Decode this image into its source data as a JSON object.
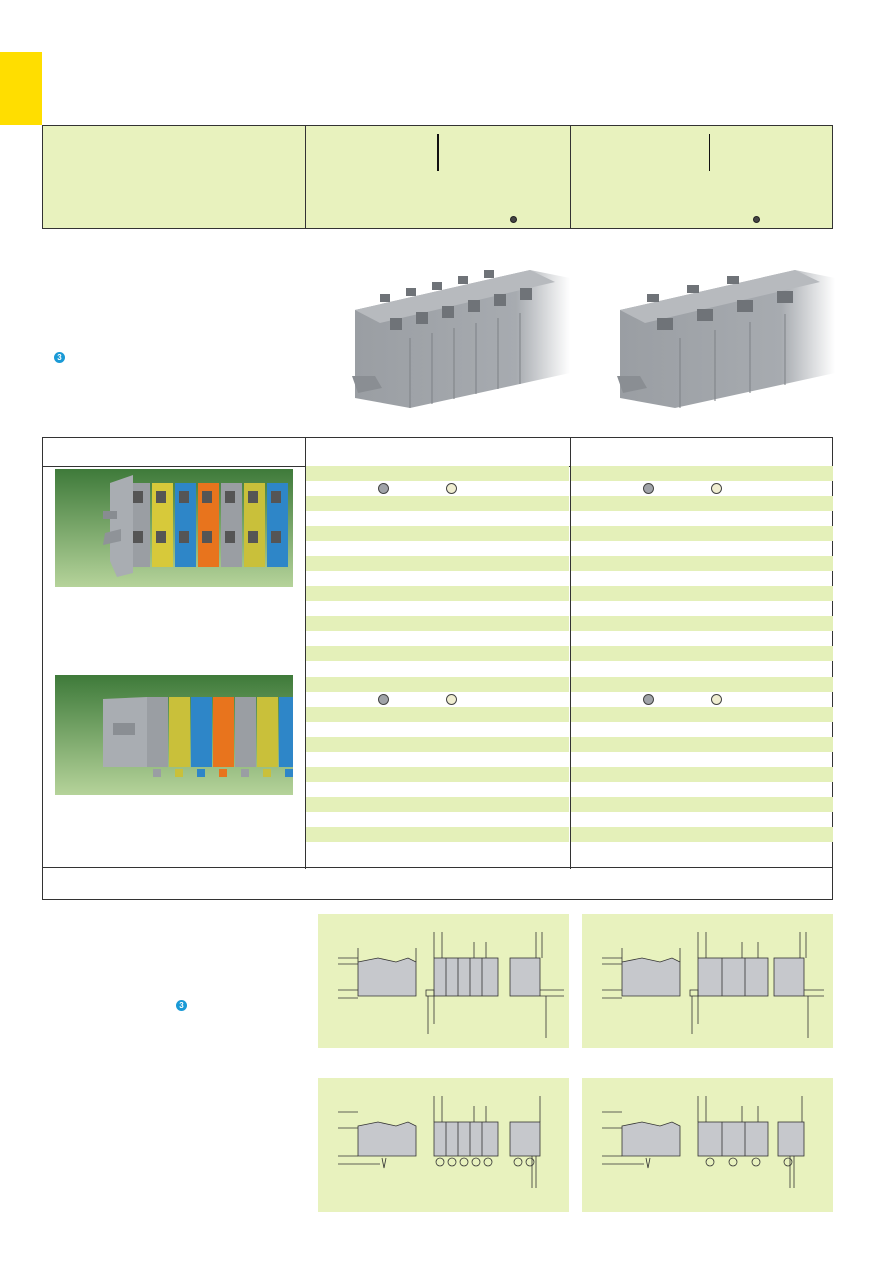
{
  "page": {
    "tab_color": "#ffde00",
    "panel_color": "#e8f2be",
    "stripe_color": "#e4f0b9",
    "note_marker_color": "#1a9ad6",
    "note_marker_icon": "number-3-circle-icon",
    "dot_colors": {
      "gray": "#a0a3a8",
      "cream": "#efedd0"
    }
  },
  "spec_box": {
    "columns": 3,
    "text": []
  },
  "intro": {
    "note_marker": "3"
  },
  "product_photos": [
    {
      "name": "terminal-block-strip-photo-left",
      "color": "#9a9ea3"
    },
    {
      "name": "terminal-block-strip-photo-right",
      "color": "#9a9ea3"
    }
  ],
  "main_table": {
    "header_cells": [
      "",
      "",
      ""
    ],
    "groups": [
      {
        "name": "group-1",
        "rows": 14,
        "dots": [
          "gray",
          "cream"
        ]
      },
      {
        "name": "group-2",
        "rows": 12,
        "dots": [
          "gray",
          "cream"
        ]
      }
    ],
    "footer_text": "",
    "color_photos": [
      {
        "name": "colored-terminal-photo-1",
        "colors": [
          "#9a9ea3",
          "#d7c93a",
          "#2e86c8",
          "#e8741d",
          "#9a9ea3",
          "#c9c03a",
          "#2e86c8"
        ]
      },
      {
        "name": "colored-terminal-photo-2",
        "colors": [
          "#9a9ea3",
          "#c9c03a",
          "#2e86c8",
          "#e8741d",
          "#9a9ea3",
          "#c9c03a",
          "#2e86c8"
        ]
      }
    ]
  },
  "dimension_section": {
    "note_marker": "3"
  },
  "dimension_drawings": [
    {
      "name": "dimension-drawing-top-left",
      "variant": "flat-5-pole"
    },
    {
      "name": "dimension-drawing-top-right",
      "variant": "flat-3-pole"
    },
    {
      "name": "dimension-drawing-bottom-left",
      "variant": "pins-5-pole"
    },
    {
      "name": "dimension-drawing-bottom-right",
      "variant": "pins-3-pole"
    }
  ]
}
